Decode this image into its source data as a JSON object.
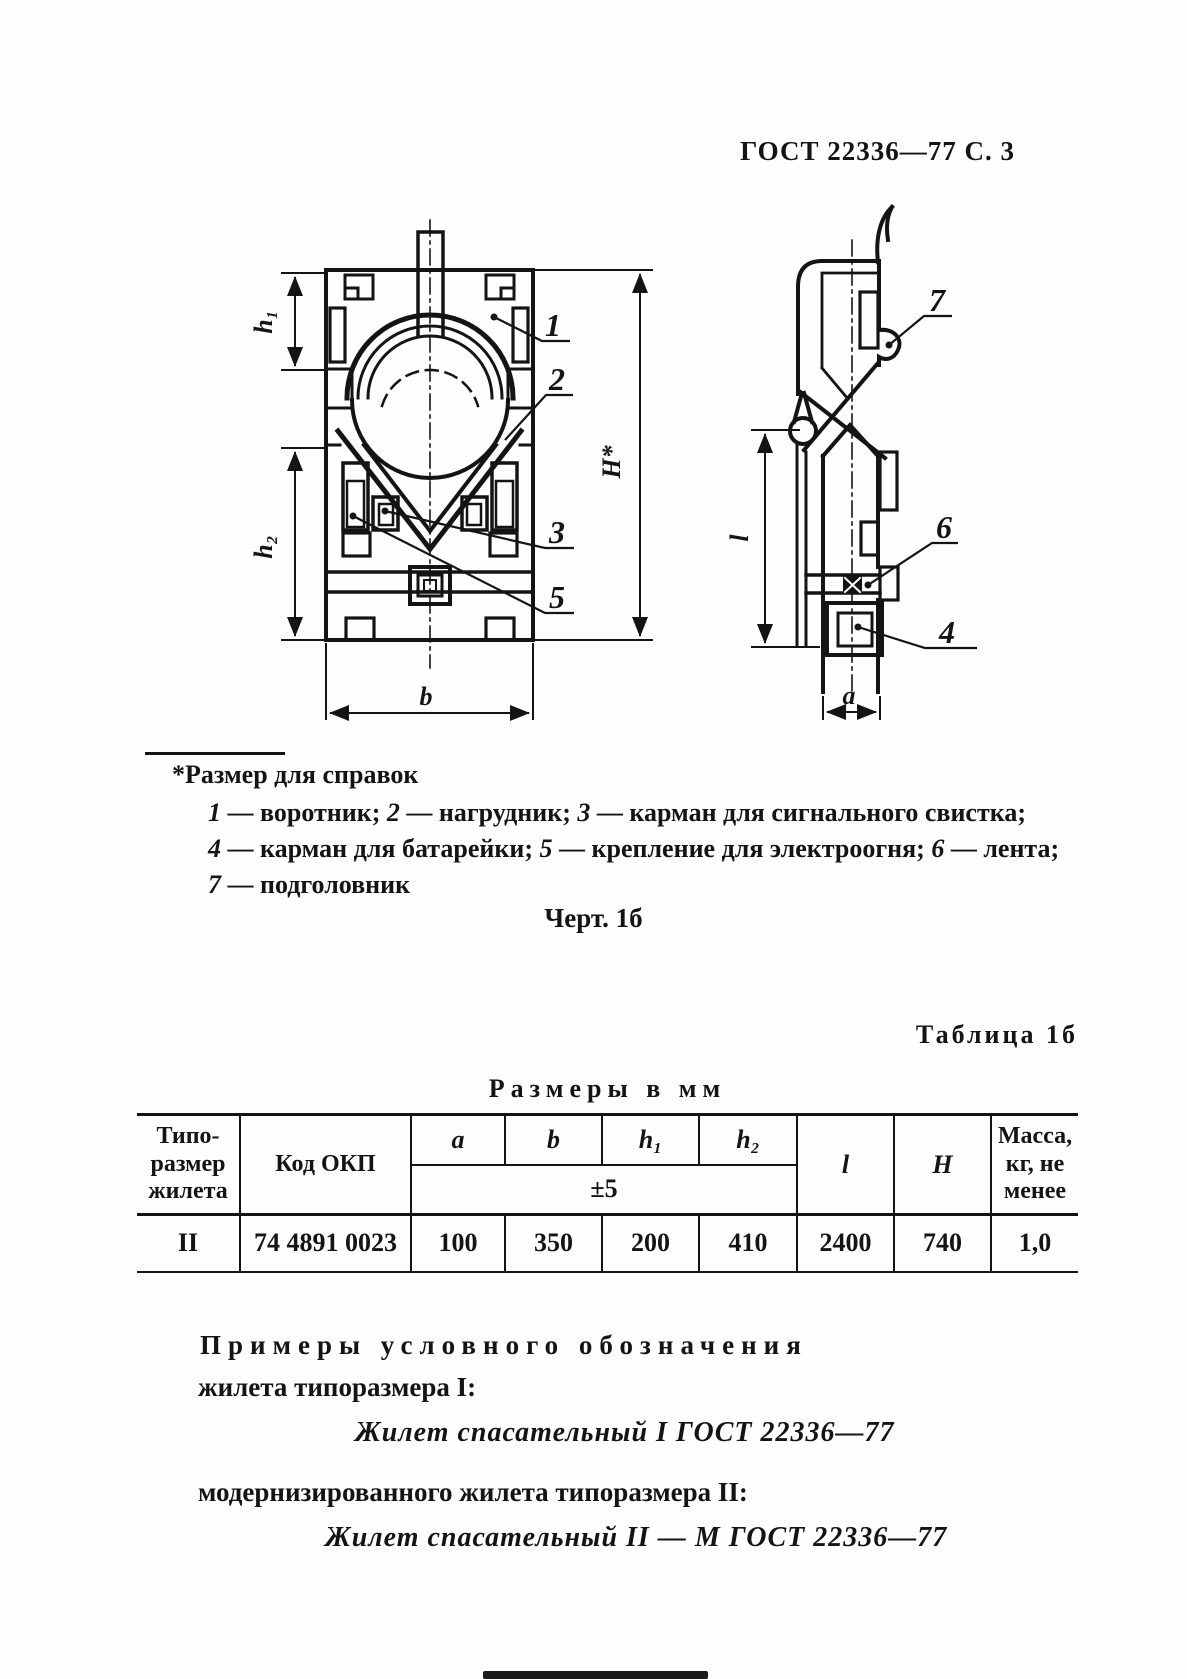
{
  "header": {
    "title": "ГОСТ 22336—77 С. 3"
  },
  "figure": {
    "footnote": "*Размер для справок",
    "caption": "Черт. 1б",
    "legend": {
      "l1": {
        "n1": "1",
        "t1": " — воротник; ",
        "n2": "2",
        "t2": " — нагрудник; ",
        "n3": "3",
        "t3": " — карман для сигнального свистка;"
      },
      "l2": {
        "n1": "4",
        "t1": " — карман для батарейки; ",
        "n2": "5",
        "t2": " — крепление для электроогня; ",
        "n3": "6",
        "t3": " — лента;"
      },
      "l3": {
        "n1": "7",
        "t1": " — подголовник"
      }
    },
    "front": {
      "dim_h1": "h₁",
      "dim_h2": "h₂",
      "dim_b": "b",
      "dim_H": "H*",
      "c1": "1",
      "c2": "2",
      "c3": "3",
      "c5": "5"
    },
    "side": {
      "dim_l": "l",
      "dim_a": "a",
      "c7": "7",
      "c6": "6",
      "c4": "4"
    }
  },
  "table": {
    "label": "Таблица 1б",
    "units": "Размеры в мм",
    "head": {
      "col_type": "Типо-размер жилета",
      "col_okp": "Код ОКП",
      "a": "a",
      "b": "b",
      "h1": "h₁",
      "h2": "h₂",
      "tol": "±5",
      "l": "l",
      "H": "H",
      "mass": "Масса, кг, не менее"
    },
    "row": {
      "type": "II",
      "okp": "74 4891 0023",
      "a": "100",
      "b": "350",
      "h1": "200",
      "h2": "410",
      "l": "2400",
      "H": "740",
      "mass": "1,0"
    }
  },
  "examples": {
    "intro1": "Примеры условного обозначения",
    "intro2": "жилета типоразмера I:",
    "ex1": "Жилет спасательный I ГОСТ 22336—77",
    "intro3": "модернизированного жилета типоразмера II:",
    "ex2": "Жилет спасательный II — М ГОСТ 22336—77"
  }
}
